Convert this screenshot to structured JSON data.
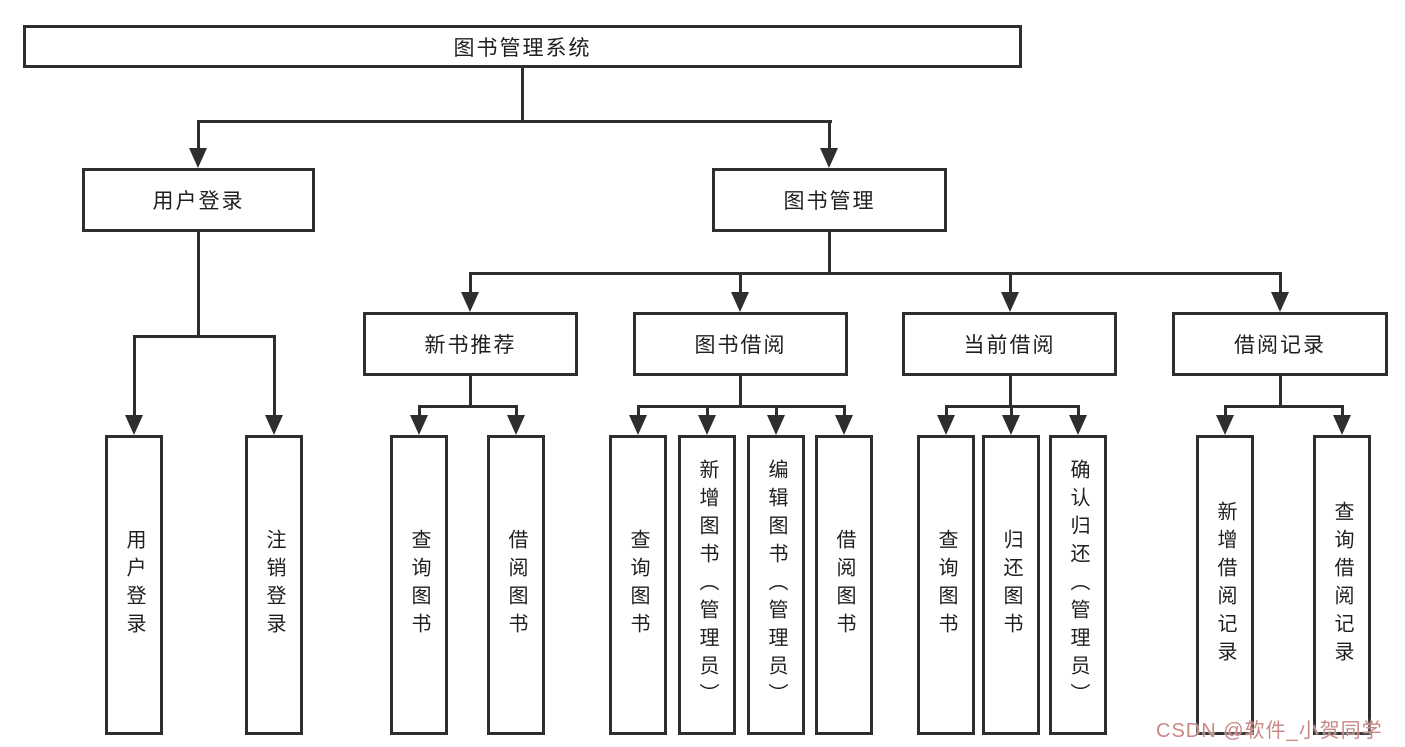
{
  "diagram": {
    "title": "图书管理系统",
    "line_color": "#2e2e2e",
    "background_color": "#ffffff",
    "tree": {
      "label": "图书管理系统",
      "children": [
        {
          "label": "用户登录",
          "children": [
            {
              "label": "用户登录"
            },
            {
              "label": "注销登录"
            }
          ]
        },
        {
          "label": "图书管理",
          "children": [
            {
              "label": "新书推荐",
              "children": [
                {
                  "label": "查询图书"
                },
                {
                  "label": "借阅图书"
                }
              ]
            },
            {
              "label": "图书借阅",
              "children": [
                {
                  "label": "查询图书"
                },
                {
                  "label": "新增图书（管理员）"
                },
                {
                  "label": "编辑图书（管理员）"
                },
                {
                  "label": "借阅图书"
                }
              ]
            },
            {
              "label": "当前借阅",
              "children": [
                {
                  "label": "查询图书"
                },
                {
                  "label": "归还图书"
                },
                {
                  "label": "确认归还（管理员）"
                }
              ]
            },
            {
              "label": "借阅记录",
              "children": [
                {
                  "label": "新增借阅记录"
                },
                {
                  "label": "查询借阅记录"
                }
              ]
            }
          ]
        }
      ]
    }
  },
  "watermark": {
    "text": "CSDN @软件_小贺同学",
    "color": "#c98884"
  }
}
